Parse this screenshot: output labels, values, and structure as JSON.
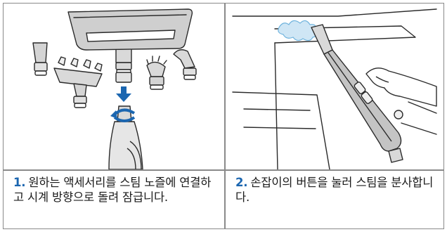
{
  "steps": [
    {
      "number": "1.",
      "text": "원하는 액세서리를 스팀 노즐에 연결하고 시계 방향으로 돌려 잠급니다."
    },
    {
      "number": "2.",
      "text": "손잡이의 버튼을 눌러 스팀을 분사합니다."
    }
  ],
  "colors": {
    "accent": "#1b66b0",
    "line": "#2a2a2a",
    "fill": "#d9d9d9",
    "steam": "#6fb3dd"
  }
}
